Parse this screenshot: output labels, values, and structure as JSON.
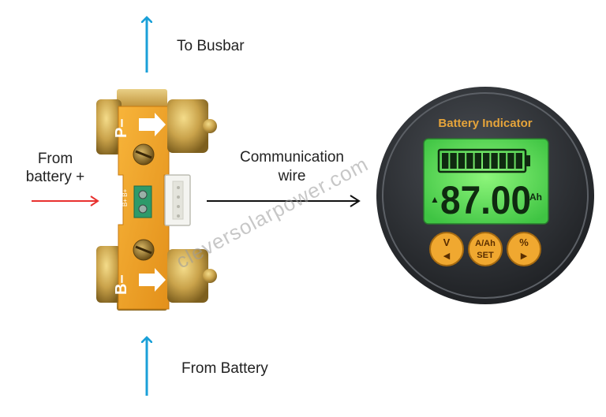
{
  "labels": {
    "to_busbar": "To Busbar",
    "from_battery_plus_line1": "From",
    "from_battery_plus_line2": "battery +",
    "communication_line1": "Communication",
    "communication_line2": "wire",
    "from_battery": "From Battery"
  },
  "shunt": {
    "top_terminal_label": "P–",
    "bottom_terminal_label": "B–",
    "connector_label": "B+ B+"
  },
  "meter": {
    "title": "Battery Indicator",
    "reading": "87.00",
    "unit": "Ah",
    "battery_bars": 10,
    "buttons": [
      {
        "label": "V",
        "sub": "◀"
      },
      {
        "label": "A/Ah",
        "sub": "SET"
      },
      {
        "label": "%",
        "sub": "▶"
      }
    ]
  },
  "watermark": "cleversolarpower.com",
  "colors": {
    "arrow_blue": "#1aa0d8",
    "arrow_red": "#e8312f",
    "arrow_black": "#111111",
    "shunt_orange": "#f0a020",
    "brass": "#c9a24a",
    "lcd_green": "#5fe05a",
    "meter_body": "#2a2d31",
    "button_amber": "#f0a830"
  }
}
